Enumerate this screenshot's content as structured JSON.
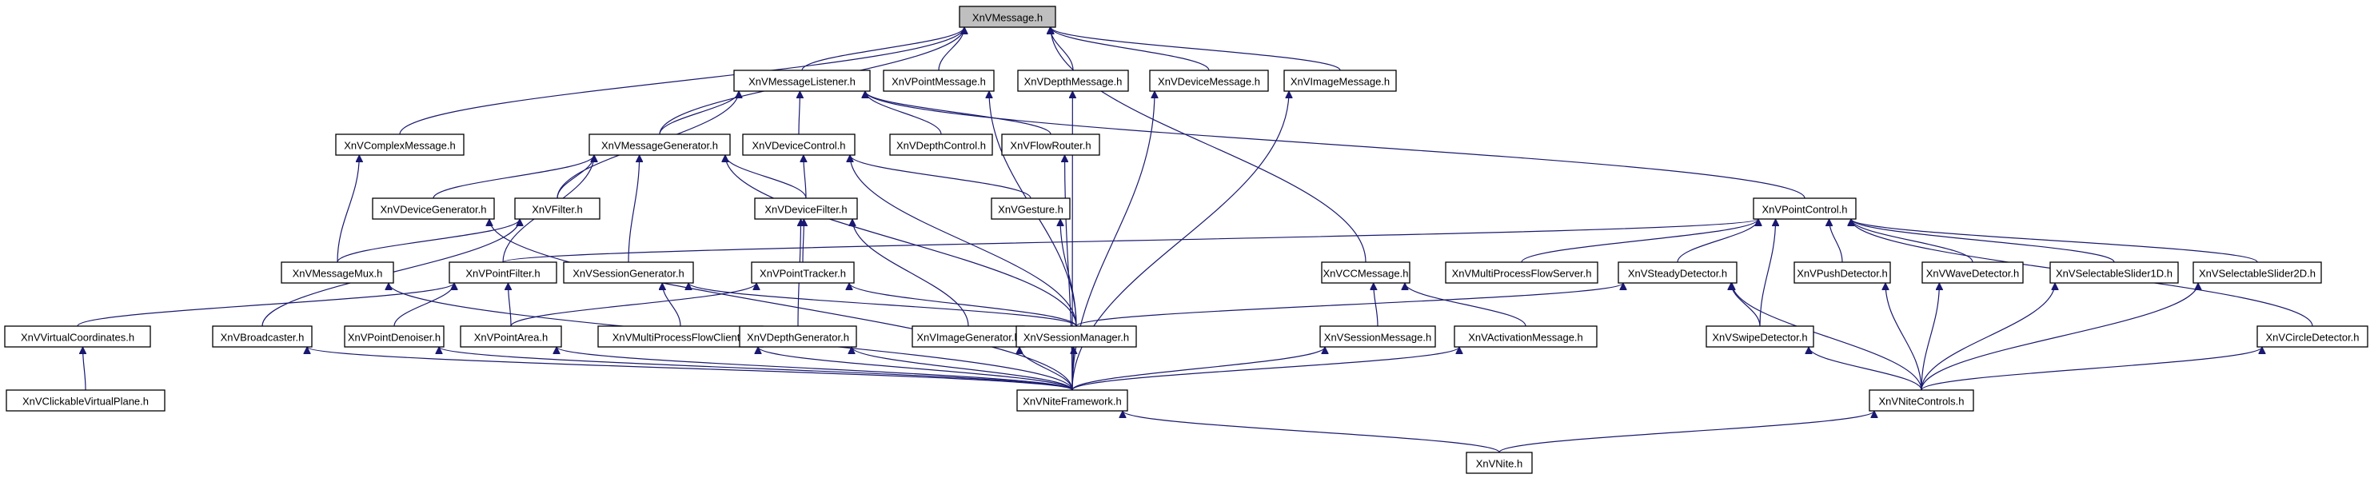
{
  "diagram": {
    "type": "include-dependency-graph",
    "colors": {
      "edge": "#191970",
      "root_fill": "#bfbfbf",
      "node_fill": "#ffffff",
      "border": "#000000"
    },
    "nodes": [
      {
        "id": "msg",
        "label": "XnVMessage.h",
        "root": true
      },
      {
        "id": "listener",
        "label": "XnVMessageListener.h"
      },
      {
        "id": "pointmsg",
        "label": "XnVPointMessage.h"
      },
      {
        "id": "depthmsg",
        "label": "XnVDepthMessage.h"
      },
      {
        "id": "devicemsg",
        "label": "XnVDeviceMessage.h"
      },
      {
        "id": "imagemsg",
        "label": "XnVImageMessage.h"
      },
      {
        "id": "complexmsg",
        "label": "XnVComplexMessage.h"
      },
      {
        "id": "msggen",
        "label": "XnVMessageGenerator.h"
      },
      {
        "id": "devctrl",
        "label": "XnVDeviceControl.h"
      },
      {
        "id": "depthctrl",
        "label": "XnVDepthControl.h"
      },
      {
        "id": "flowrouter",
        "label": "XnVFlowRouter.h"
      },
      {
        "id": "devgen",
        "label": "XnVDeviceGenerator.h"
      },
      {
        "id": "filter",
        "label": "XnVFilter.h"
      },
      {
        "id": "devfilter",
        "label": "XnVDeviceFilter.h"
      },
      {
        "id": "gesture",
        "label": "XnVGesture.h"
      },
      {
        "id": "pointctrl",
        "label": "XnVPointControl.h"
      },
      {
        "id": "msgmux",
        "label": "XnVMessageMux.h"
      },
      {
        "id": "pointfilter",
        "label": "XnVPointFilter.h"
      },
      {
        "id": "sessgen",
        "label": "XnVSessionGenerator.h"
      },
      {
        "id": "pointtracker",
        "label": "XnVPointTracker.h"
      },
      {
        "id": "ccmsg",
        "label": "XnVCCMessage.h"
      },
      {
        "id": "mpflowserver",
        "label": "XnVMultiProcessFlowServer.h"
      },
      {
        "id": "steady",
        "label": "XnVSteadyDetector.h"
      },
      {
        "id": "push",
        "label": "XnVPushDetector.h"
      },
      {
        "id": "wave",
        "label": "XnVWaveDetector.h"
      },
      {
        "id": "slider1d",
        "label": "XnVSelectableSlider1D.h"
      },
      {
        "id": "slider2d",
        "label": "XnVSelectableSlider2D.h"
      },
      {
        "id": "virtcoords",
        "label": "XnVVirtualCoordinates.h"
      },
      {
        "id": "broadcaster",
        "label": "XnVBroadcaster.h"
      },
      {
        "id": "pointdenoiser",
        "label": "XnVPointDenoiser.h"
      },
      {
        "id": "pointarea",
        "label": "XnVPointArea.h"
      },
      {
        "id": "mpflowclient",
        "label": "XnVMultiProcessFlowClient.h"
      },
      {
        "id": "depthgen",
        "label": "XnVDepthGenerator.h"
      },
      {
        "id": "imagegen",
        "label": "XnVImageGenerator.h"
      },
      {
        "id": "sessmgr",
        "label": "XnVSessionManager.h"
      },
      {
        "id": "sessmsg",
        "label": "XnVSessionMessage.h"
      },
      {
        "id": "actmsg",
        "label": "XnVActivationMessage.h"
      },
      {
        "id": "swipe",
        "label": "XnVSwipeDetector.h"
      },
      {
        "id": "circle",
        "label": "XnVCircleDetector.h"
      },
      {
        "id": "clickplane",
        "label": "XnVClickableVirtualPlane.h"
      },
      {
        "id": "framework",
        "label": "XnVNiteFramework.h"
      },
      {
        "id": "controls",
        "label": "XnVNiteControls.h"
      },
      {
        "id": "nite",
        "label": "XnVNite.h"
      }
    ],
    "edges": [
      {
        "from": "listener",
        "to": "msg"
      },
      {
        "from": "pointmsg",
        "to": "msg"
      },
      {
        "from": "depthmsg",
        "to": "msg"
      },
      {
        "from": "devicemsg",
        "to": "msg"
      },
      {
        "from": "imagemsg",
        "to": "msg"
      },
      {
        "from": "complexmsg",
        "to": "msg"
      },
      {
        "from": "msggen",
        "to": "msg"
      },
      {
        "from": "ccmsg",
        "to": "msg"
      },
      {
        "from": "msggen",
        "to": "listener"
      },
      {
        "from": "devctrl",
        "to": "listener"
      },
      {
        "from": "depthctrl",
        "to": "listener"
      },
      {
        "from": "flowrouter",
        "to": "listener"
      },
      {
        "from": "filter",
        "to": "listener"
      },
      {
        "from": "pointctrl",
        "to": "listener"
      },
      {
        "from": "msgmux",
        "to": "complexmsg"
      },
      {
        "from": "devgen",
        "to": "msggen"
      },
      {
        "from": "filter",
        "to": "msggen"
      },
      {
        "from": "devfilter",
        "to": "msggen"
      },
      {
        "from": "pointfilter",
        "to": "msggen"
      },
      {
        "from": "sessgen",
        "to": "msggen"
      },
      {
        "from": "sessmgr",
        "to": "msggen"
      },
      {
        "from": "devfilter",
        "to": "devctrl"
      },
      {
        "from": "gesture",
        "to": "devctrl"
      },
      {
        "from": "sessmgr",
        "to": "devctrl"
      },
      {
        "from": "msgmux",
        "to": "filter"
      },
      {
        "from": "broadcaster",
        "to": "filter"
      },
      {
        "from": "pointtracker",
        "to": "devfilter"
      },
      {
        "from": "depthgen",
        "to": "devfilter"
      },
      {
        "from": "imagegen",
        "to": "devfilter"
      },
      {
        "from": "sessmgr",
        "to": "gesture"
      },
      {
        "from": "sessmgr",
        "to": "pointmsg"
      },
      {
        "from": "pointfilter",
        "to": "pointctrl"
      },
      {
        "from": "mpflowserver",
        "to": "pointctrl"
      },
      {
        "from": "steady",
        "to": "pointctrl"
      },
      {
        "from": "push",
        "to": "pointctrl"
      },
      {
        "from": "wave",
        "to": "pointctrl"
      },
      {
        "from": "slider1d",
        "to": "pointctrl"
      },
      {
        "from": "slider2d",
        "to": "pointctrl"
      },
      {
        "from": "swipe",
        "to": "pointctrl"
      },
      {
        "from": "circle",
        "to": "pointctrl"
      },
      {
        "from": "pointdenoiser",
        "to": "pointfilter"
      },
      {
        "from": "pointarea",
        "to": "pointfilter"
      },
      {
        "from": "virtcoords",
        "to": "pointfilter"
      },
      {
        "from": "sessmgr",
        "to": "sessgen"
      },
      {
        "from": "mpflowclient",
        "to": "sessgen"
      },
      {
        "from": "pointarea",
        "to": "pointtracker"
      },
      {
        "from": "sessmgr",
        "to": "pointtracker"
      },
      {
        "from": "sessmsg",
        "to": "ccmsg"
      },
      {
        "from": "actmsg",
        "to": "ccmsg"
      },
      {
        "from": "sessmgr",
        "to": "steady"
      },
      {
        "from": "swipe",
        "to": "steady"
      },
      {
        "from": "controls",
        "to": "steady"
      },
      {
        "from": "clickplane",
        "to": "virtcoords"
      },
      {
        "from": "framework",
        "to": "devgen"
      },
      {
        "from": "framework",
        "to": "msgmux"
      },
      {
        "from": "framework",
        "to": "broadcaster"
      },
      {
        "from": "framework",
        "to": "pointdenoiser"
      },
      {
        "from": "framework",
        "to": "pointarea"
      },
      {
        "from": "framework",
        "to": "mpflowclient"
      },
      {
        "from": "framework",
        "to": "depthgen"
      },
      {
        "from": "framework",
        "to": "imagegen"
      },
      {
        "from": "framework",
        "to": "sessmgr"
      },
      {
        "from": "framework",
        "to": "sessmsg"
      },
      {
        "from": "framework",
        "to": "actmsg"
      },
      {
        "from": "framework",
        "to": "depthmsg"
      },
      {
        "from": "framework",
        "to": "devicemsg"
      },
      {
        "from": "framework",
        "to": "imagemsg"
      },
      {
        "from": "framework",
        "to": "flowrouter"
      },
      {
        "from": "controls",
        "to": "push"
      },
      {
        "from": "controls",
        "to": "wave"
      },
      {
        "from": "controls",
        "to": "slider1d"
      },
      {
        "from": "controls",
        "to": "slider2d"
      },
      {
        "from": "controls",
        "to": "swipe"
      },
      {
        "from": "controls",
        "to": "circle"
      },
      {
        "from": "nite",
        "to": "framework"
      },
      {
        "from": "nite",
        "to": "controls"
      }
    ]
  }
}
